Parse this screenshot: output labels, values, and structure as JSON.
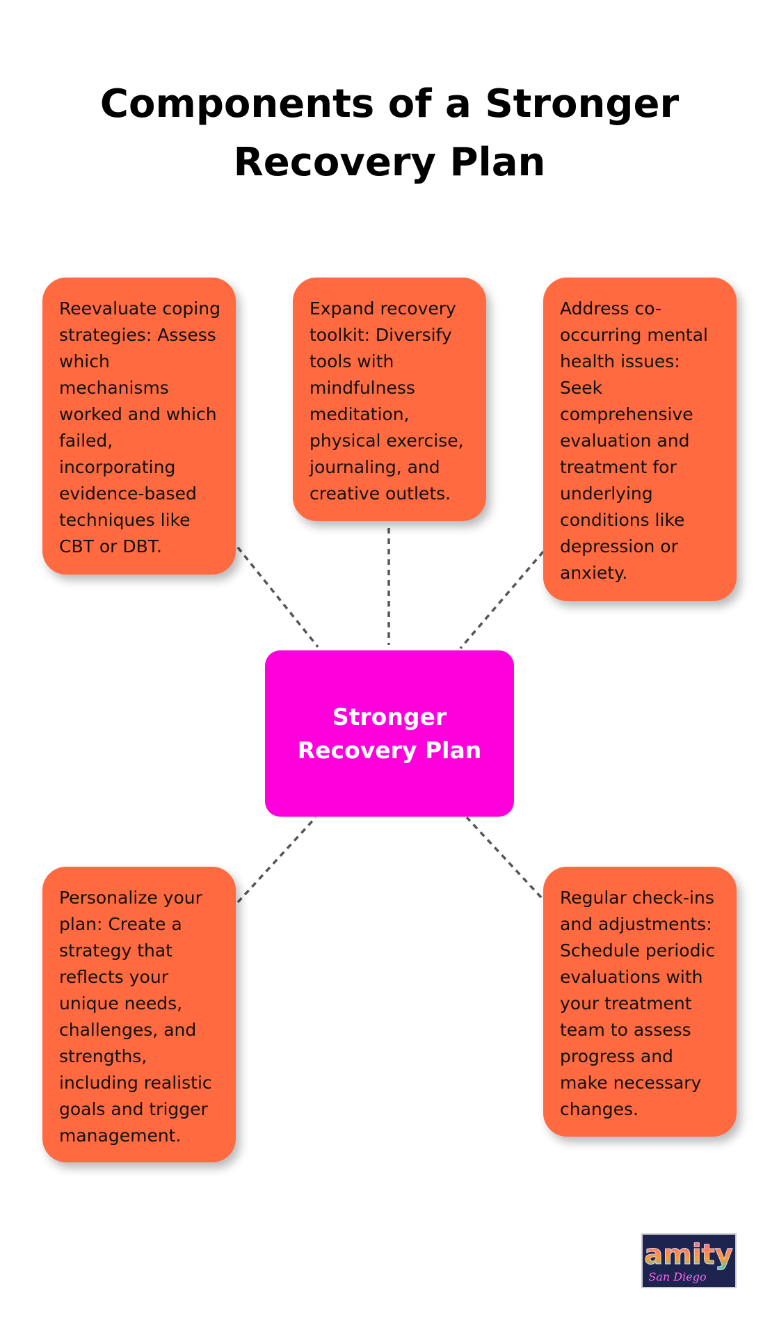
{
  "title": "Components of a Stronger Recovery Plan",
  "center": "Stronger Recovery Plan",
  "nodes": [
    "Reevaluate coping strategies: Assess which mechanisms worked and which failed, incorporating evidence-based techniques like CBT or DBT.",
    "Expand recovery toolkit: Diversify tools with mindfulness meditation, physical exercise, journaling, and creative outlets.",
    "Address co-occurring mental health issues: Seek comprehensive evaluation and treatment for underlying conditions like depression or anxiety.",
    "Personalize your plan: Create a strategy that reflects your unique needs, challenges, and strengths, including realistic goals and trigger management.",
    "Regular check-ins and adjustments: Schedule periodic evaluations with your treatment team to assess progress and make necessary changes."
  ],
  "logo": {
    "text": "amity",
    "subtext": "San Diego"
  },
  "colors": {
    "node": "#FF6A40",
    "center": "#FF00DD",
    "connector": "#555555"
  }
}
